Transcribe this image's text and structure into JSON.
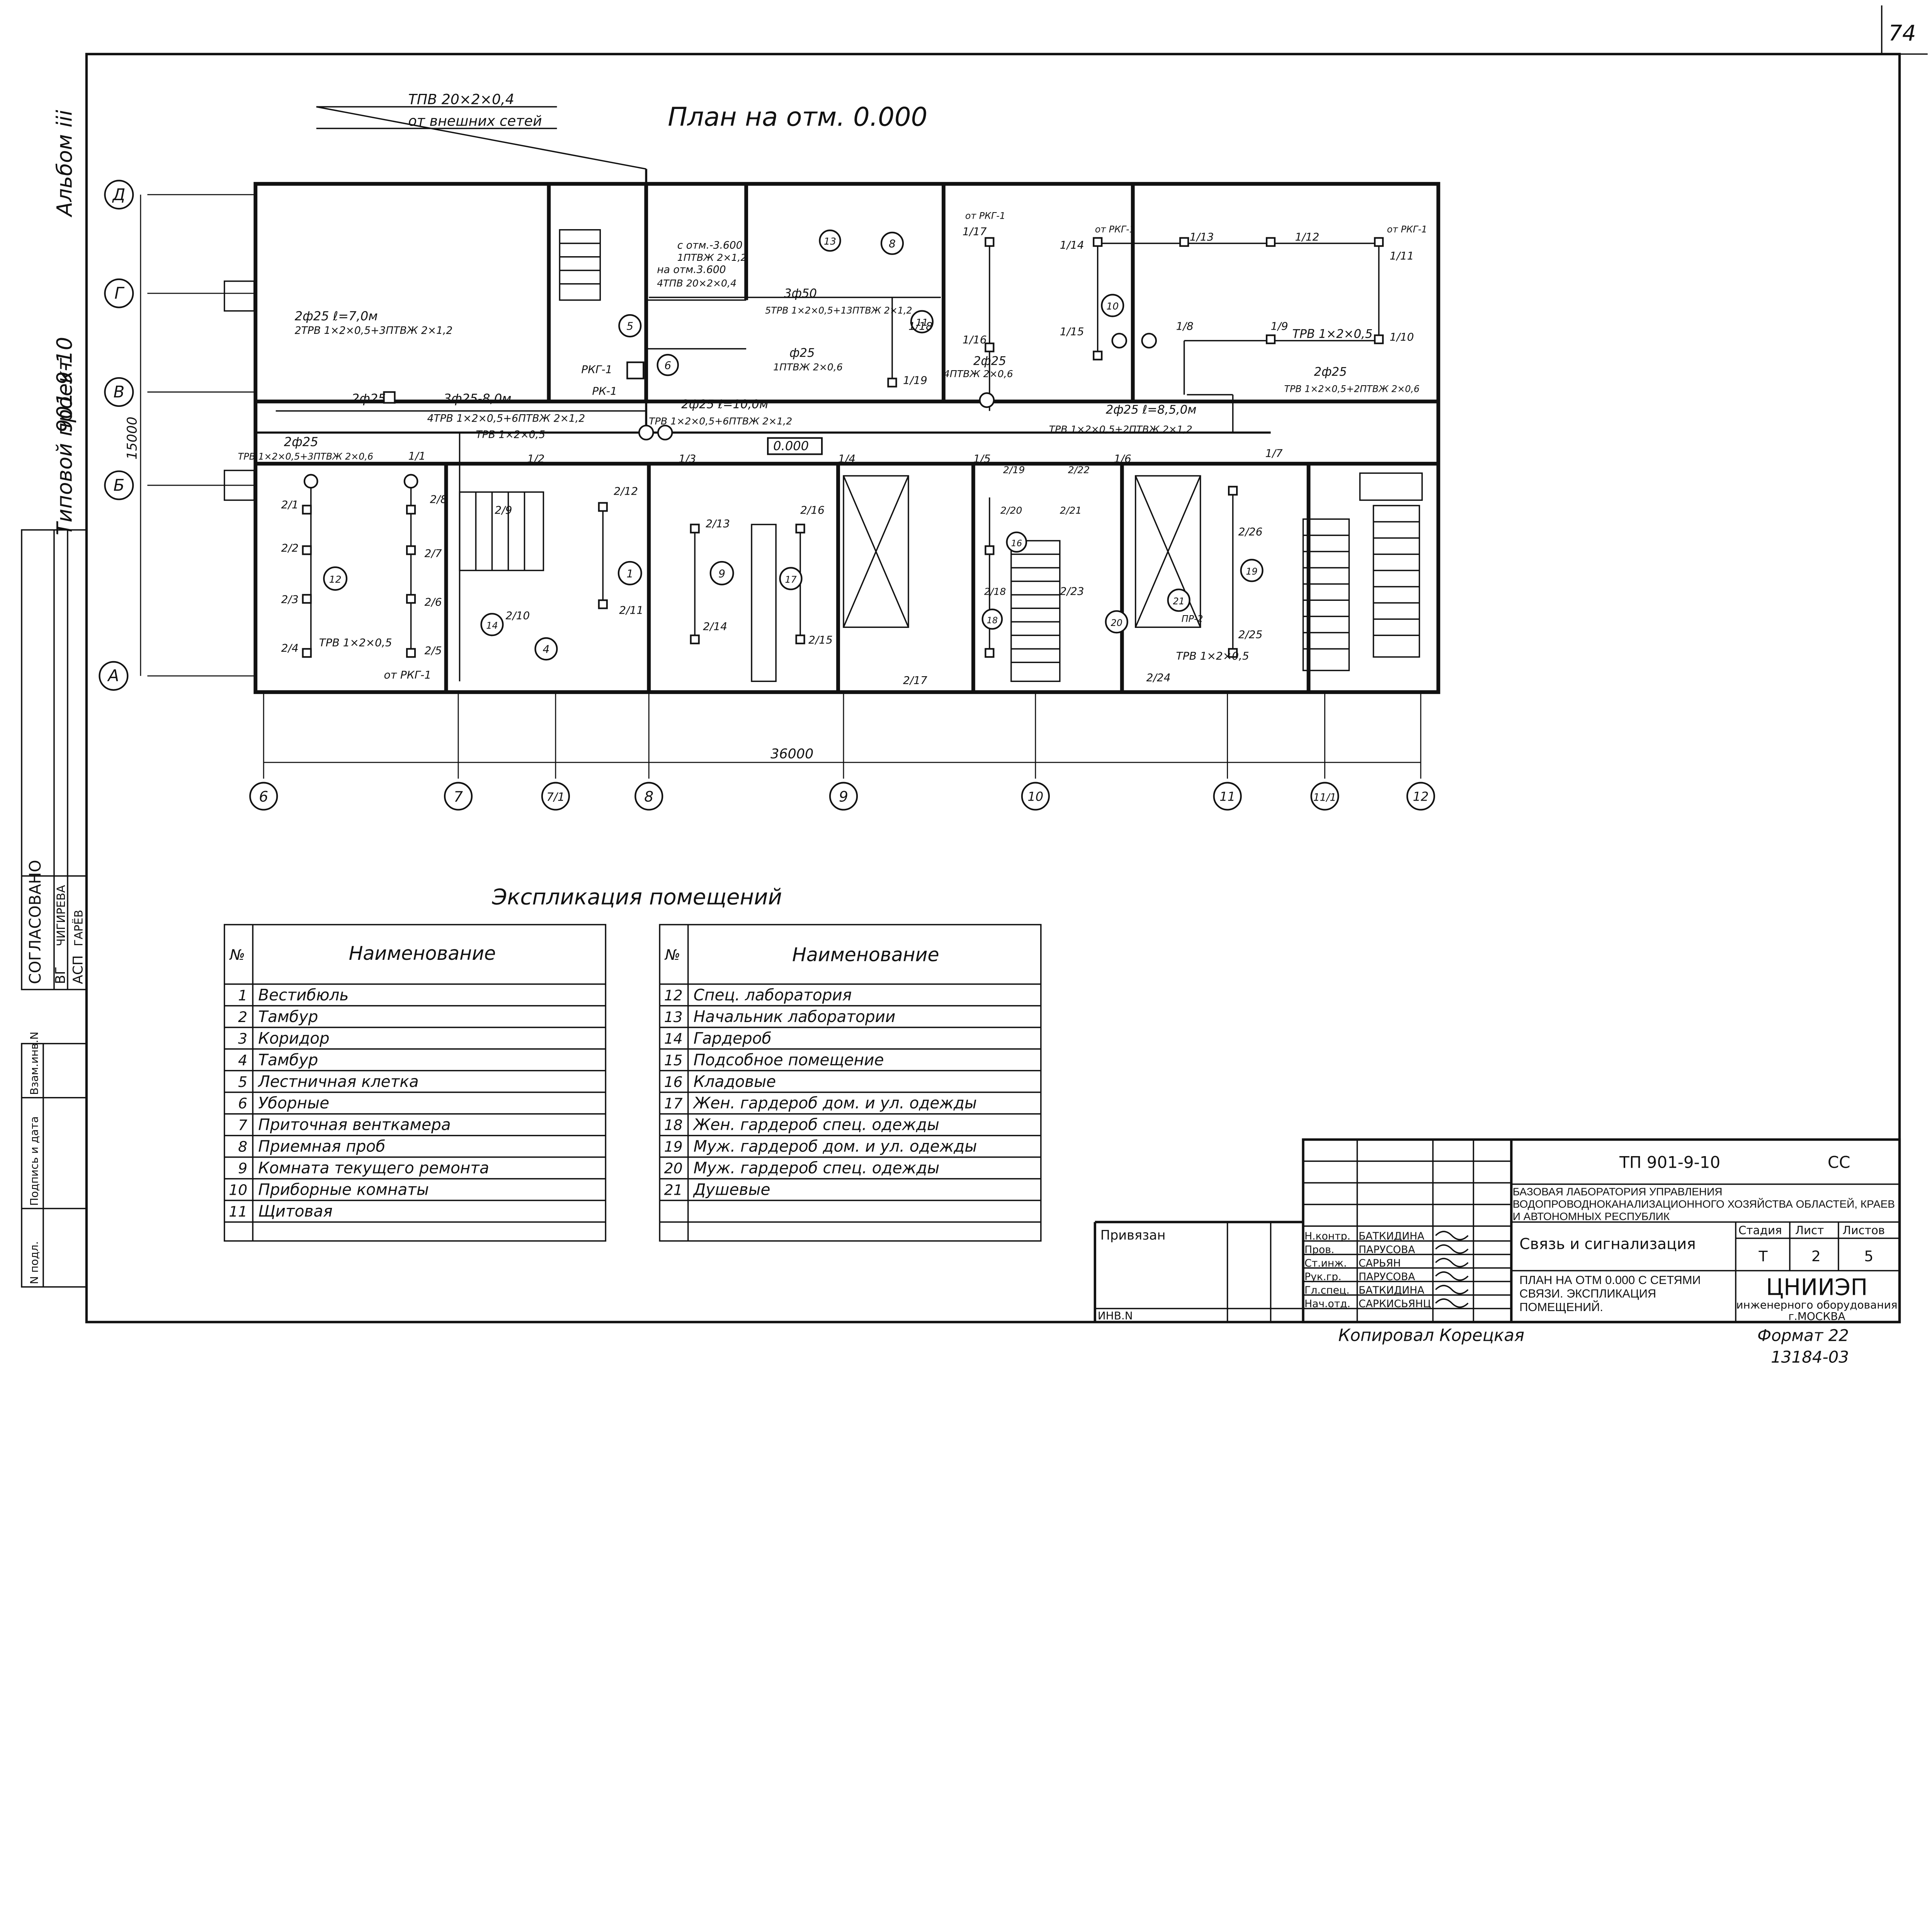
{
  "page_number": "74",
  "plan_title": "План на отм. 0.000",
  "side_left": {
    "album": "Альбом iii",
    "project_code": "901-9-10",
    "project_type": "Типовой проект"
  },
  "approval": {
    "header": "СОГЛАСОВАНО",
    "rows": [
      {
        "code": "ВГ",
        "name": "ЧИГИРЕВА"
      },
      {
        "code": "АСП",
        "name": "ГАРЁВ"
      }
    ],
    "stamp_labels": [
      "Взам.инв.N",
      "Подпись и дата",
      "N подл."
    ]
  },
  "external": {
    "cable": "ТПВ 20×2×0,4",
    "from_label": "от внешних сетей"
  },
  "axes": {
    "rows": [
      "Д",
      "Г",
      "В",
      "Б",
      "А"
    ],
    "cols": [
      "6",
      "7",
      "7/1",
      "8",
      "9",
      "10",
      "11",
      "11/1",
      "12"
    ],
    "dim_vertical": "15000",
    "dim_horizontal": "36000"
  },
  "rooms": [
    {
      "n": "8"
    },
    {
      "n": "13"
    },
    {
      "n": "10"
    },
    {
      "n": "5"
    },
    {
      "n": "6"
    },
    {
      "n": "11"
    },
    {
      "n": "12"
    },
    {
      "n": "1"
    },
    {
      "n": "9"
    },
    {
      "n": "17"
    },
    {
      "n": "14"
    },
    {
      "n": "4"
    },
    {
      "n": "16"
    },
    {
      "n": "18"
    },
    {
      "n": "19"
    },
    {
      "n": "20"
    },
    {
      "n": "21"
    }
  ],
  "elevation_mark": "0.000",
  "cable_labels": [
    {
      "text": "2ф25  ℓ=7,0м"
    },
    {
      "text": "2ТРВ 1×2×0,5+3ПТВЖ 2×1,2"
    },
    {
      "text": "2ф25"
    },
    {
      "text": "3ф25-8,0м"
    },
    {
      "text": "4ТРВ 1×2×0,5+6ПТВЖ 2×1,2"
    },
    {
      "text": "ТРВ 1×2×0,5"
    },
    {
      "text": "2ф25"
    },
    {
      "text": "ТРВ 1×2×0,5+3ПТВЖ 2×0,6"
    },
    {
      "text": "с отм.-3.600"
    },
    {
      "text": "1ПТВЖ 2×1,2"
    },
    {
      "text": "на отм.3.600"
    },
    {
      "text": "4ТПВ 20×2×0,4"
    },
    {
      "text": "3ф50"
    },
    {
      "text": "5ТРВ 1×2×0,5+13ПТВЖ 2×1,2"
    },
    {
      "text": "ф25"
    },
    {
      "text": "1ПТВЖ 2×0,6"
    },
    {
      "text": "2ф25  ℓ=10,0м"
    },
    {
      "text": "ТРВ 1×2×0,5+6ПТВЖ 2×1,2"
    },
    {
      "text": "2ф25"
    },
    {
      "text": "4ПТВЖ 2×0,6"
    },
    {
      "text": "2ф25  ℓ=8,5,0м"
    },
    {
      "text": "ТРВ 1×2×0,5+2ПТВЖ 2×1,2"
    },
    {
      "text": "2ф25"
    },
    {
      "text": "ТРВ 1×2×0,5+2ПТВЖ 2×0,6"
    },
    {
      "text": "ТРВ 1×2×0,5"
    },
    {
      "text": "ТРВ 1×2×0,5"
    },
    {
      "text": "ТРВ 1×2×0,5"
    },
    {
      "text": "РКГ-1"
    },
    {
      "text": "РК-1"
    },
    {
      "text": "от РКГ-1"
    },
    {
      "text": "от РКГ-1"
    },
    {
      "text": "от РКГ-1"
    },
    {
      "text": "от РКГ-1"
    },
    {
      "text": "ПР-2"
    }
  ],
  "node_labels": [
    "1/1",
    "1/2",
    "1/3",
    "1/4",
    "1/5",
    "1/6",
    "1/7",
    "1/8",
    "1/9",
    "1/10",
    "1/11",
    "1/12",
    "1/13",
    "1/14",
    "1/15",
    "1/16",
    "1/17",
    "1/18",
    "1/19",
    "2/1",
    "2/2",
    "2/3",
    "2/4",
    "2/5",
    "2/6",
    "2/7",
    "2/8",
    "2/9",
    "2/10",
    "2/11",
    "2/12",
    "2/13",
    "2/14",
    "2/15",
    "2/16",
    "2/17",
    "2/18",
    "2/19",
    "2/20",
    "2/21",
    "2/22",
    "2/23",
    "2/24",
    "2/25",
    "2/26"
  ],
  "explication": {
    "title": "Экспликация помещений",
    "header_no": "№",
    "header_name": "Наименование",
    "left": [
      {
        "n": "1",
        "name": "Вестибюль"
      },
      {
        "n": "2",
        "name": "Тамбур"
      },
      {
        "n": "3",
        "name": "Коридор"
      },
      {
        "n": "4",
        "name": "Тамбур"
      },
      {
        "n": "5",
        "name": "Лестничная клетка"
      },
      {
        "n": "6",
        "name": "Уборные"
      },
      {
        "n": "7",
        "name": "Приточная венткамера"
      },
      {
        "n": "8",
        "name": "Приемная проб"
      },
      {
        "n": "9",
        "name": "Комната текущего ремонта"
      },
      {
        "n": "10",
        "name": "Приборные комнаты"
      },
      {
        "n": "11",
        "name": "Щитовая"
      }
    ],
    "right": [
      {
        "n": "12",
        "name": "Спец. лаборатория"
      },
      {
        "n": "13",
        "name": "Начальник лаборатории"
      },
      {
        "n": "14",
        "name": "Гардероб"
      },
      {
        "n": "15",
        "name": "Подсобное помещение"
      },
      {
        "n": "16",
        "name": "Кладовые"
      },
      {
        "n": "17",
        "name": "Жен. гардероб дом. и ул. одежды"
      },
      {
        "n": "18",
        "name": "Жен. гардероб спец. одежды"
      },
      {
        "n": "19",
        "name": "Муж. гардероб дом. и ул. одежды"
      },
      {
        "n": "20",
        "name": "Муж. гардероб спец. одежды"
      },
      {
        "n": "21",
        "name": "Душевые"
      }
    ]
  },
  "title_block": {
    "code": "ТП 901-9-10",
    "mark": "СС",
    "org_desc": "БАЗОВАЯ ЛАБОРАТОРИЯ УПРАВЛЕНИЯ ВОДОПРОВОДНОКАНАЛИЗАЦИОННОГО ХОЗЯЙСТВА ОБЛАСТЕЙ, КРАЕВ И АВТОНОМНЫХ РЕСПУБЛИК",
    "section": "Связь и сигнализация",
    "stage_h": "Стадия",
    "sheet_h": "Лист",
    "sheets_h": "Листов",
    "stage": "Т",
    "sheet": "2",
    "sheets": "5",
    "sheet_desc": "ПЛАН НА ОТМ 0.000 С СЕТЯМИ СВЯЗИ. ЭКСПЛИКАЦИЯ ПОМЕЩЕНИЙ.",
    "org": "ЦНИИЭП",
    "org_sub1": "инженерного оборудования",
    "org_sub2": "г.МОСКВА",
    "privyazan": "Привязан",
    "inv": "ИНВ.N",
    "signers": [
      {
        "role": "Н.контр.",
        "name": "БАТКИДИНА"
      },
      {
        "role": "Пров.",
        "name": "ПАРУСОВА"
      },
      {
        "role": "Ст.инж.",
        "name": "САРЬЯН"
      },
      {
        "role": "Рук.гр.",
        "name": "ПАРУСОВА"
      },
      {
        "role": "Гл.спец.",
        "name": "БАТКИДИНА"
      },
      {
        "role": "Нач.отд.",
        "name": "САРКИСЬЯНЦ"
      }
    ]
  },
  "footer": {
    "copied": "Копировал Корецкая",
    "format": "Формат 22",
    "number": "13184-03"
  }
}
